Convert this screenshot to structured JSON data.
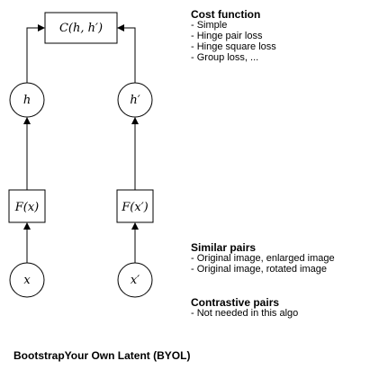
{
  "diagram": {
    "cost_node": "C(h, h′)",
    "left_branch": {
      "output": "h",
      "encoder": "F(x)",
      "input": "x"
    },
    "right_branch": {
      "output": "h′",
      "encoder": "F(x′)",
      "input": "x′"
    }
  },
  "cost_function": {
    "heading": "Cost function",
    "items": [
      "- Simple",
      "- Hinge pair loss",
      "- Hinge square loss",
      "- Group loss, ..."
    ]
  },
  "similar_pairs": {
    "heading": "Similar pairs",
    "items": [
      "- Original image, enlarged image",
      "- Original image, rotated image"
    ]
  },
  "contrastive_pairs": {
    "heading": "Contrastive pairs",
    "items": [
      "- Not needed in this algo"
    ]
  },
  "caption": "BootstrapYour Own Latent (BYOL)"
}
